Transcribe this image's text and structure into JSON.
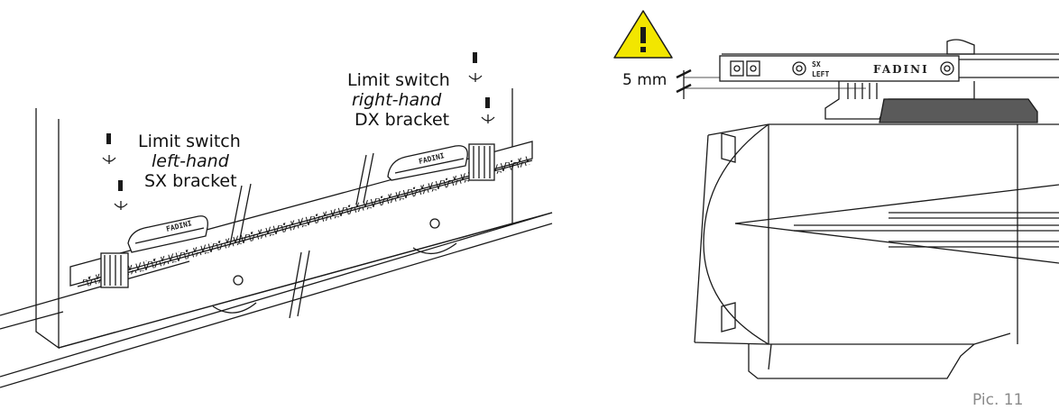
{
  "left_figure": {
    "sx_label": {
      "line1": "Limit switch",
      "line2": "left-hand",
      "line3": "SX bracket"
    },
    "dx_label": {
      "line1": "Limit switch",
      "line2": "right-hand",
      "line3": "DX bracket"
    }
  },
  "right_figure": {
    "warning_icon": "warning-triangle-icon",
    "gap_label": "5 mm",
    "bracket_brand": "FADINI",
    "bracket_tag_1": "SX",
    "bracket_tag_2": "LEFT"
  },
  "caption": "Pic. 11",
  "colors": {
    "warning_yellow": "#f2e600",
    "line": "#1a1a1a",
    "caption_grey": "#8a8a8a"
  }
}
